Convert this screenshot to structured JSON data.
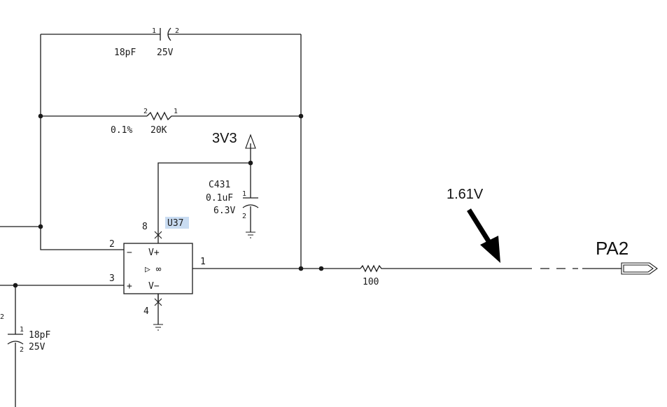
{
  "components": {
    "feedback_cap": {
      "pin1": "1",
      "pin2": "2",
      "value": "18pF",
      "voltage": "25V"
    },
    "feedback_res": {
      "pin2": "2",
      "pin1": "1",
      "tolerance": "0.1%",
      "value": "20K"
    },
    "supply": {
      "label": "3V3"
    },
    "decoupling_cap": {
      "ref": "C431",
      "value": "0.1uF",
      "voltage": "6.3V",
      "pin1": "1",
      "pin2": "2"
    },
    "opamp": {
      "ref": "U37",
      "pin8": "8",
      "pin2": "2",
      "pin3": "3",
      "pin4": "4",
      "pin1": "1",
      "vplus": "V+",
      "vminus": "V−",
      "minus": "−",
      "plus": "+",
      "symbol": "▷ ∞"
    },
    "output_res": {
      "value": "100"
    },
    "input_cap": {
      "pin1": "1",
      "pin2": "2",
      "value": "18pF",
      "voltage": "25V"
    },
    "probe": {
      "label": "1.61V"
    },
    "port": {
      "label": "PA2"
    },
    "edge_label": {
      "text": "2"
    }
  }
}
